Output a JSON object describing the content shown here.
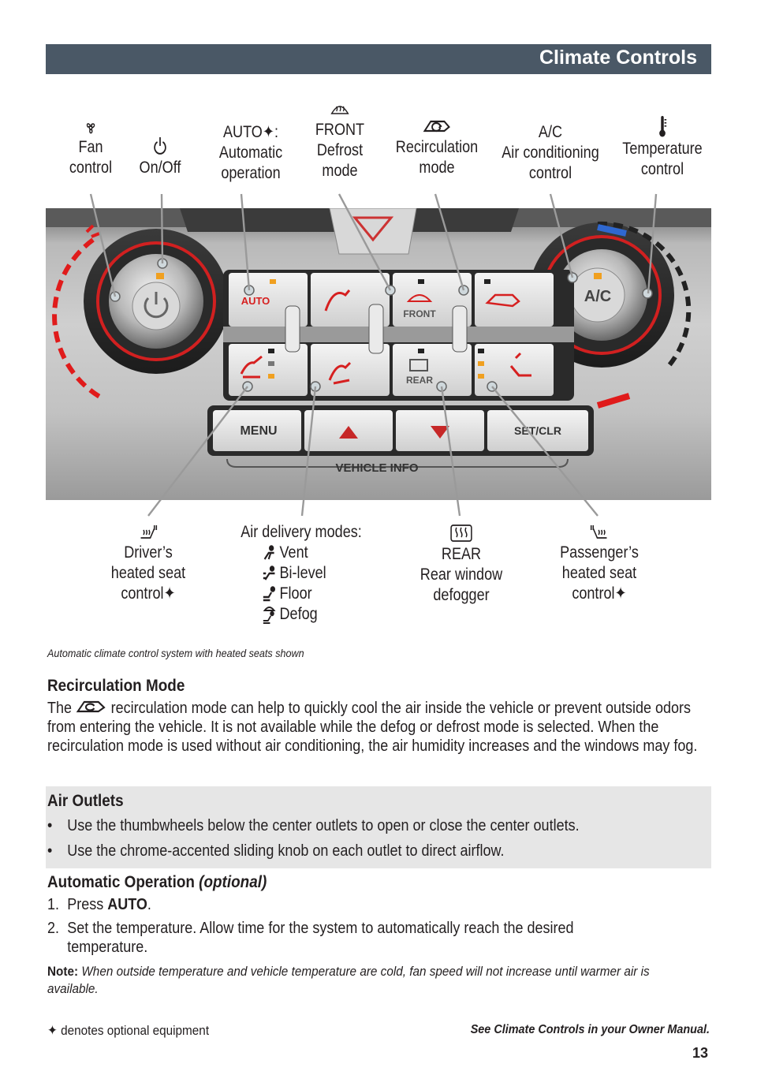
{
  "header": {
    "title": "Climate Controls"
  },
  "top_labels": {
    "fan": [
      "Fan",
      "control"
    ],
    "onoff": [
      "On/Off"
    ],
    "auto": [
      "AUTO✦:",
      "Automatic",
      "operation"
    ],
    "front": [
      "FRONT",
      "Defrost",
      "mode"
    ],
    "recirc": [
      "Recirculation",
      "mode"
    ],
    "ac": [
      "A/C",
      "Air conditioning",
      "control"
    ],
    "temp": [
      "Temperature",
      "control"
    ]
  },
  "panel": {
    "auto_btn": "AUTO",
    "front_btn": "FRONT",
    "rear_btn": "REAR",
    "ac_btn": "A/C",
    "menu_btn": "MENU",
    "setclr_btn": "SET/CLR",
    "vehicle_info": "VEHICLE INFO"
  },
  "bottom_labels": {
    "driver_seat": [
      "Driver’s",
      "heated seat",
      "control✦"
    ],
    "air_modes_title": "Air delivery modes:",
    "air_modes": [
      "Vent",
      "Bi-level",
      "Floor",
      "Defog"
    ],
    "rear": [
      "REAR",
      "Rear window",
      "defogger"
    ],
    "passenger_seat": [
      "Passenger’s",
      "heated seat",
      "control✦"
    ]
  },
  "caption": "Automatic climate control system with heated seats shown",
  "recirc_section": {
    "heading": "Recirculation Mode",
    "text_before": "The",
    "text_after": "recirculation mode can help to quickly cool the air inside the vehicle or prevent outside odors from entering the vehicle. It is not available while the defog or defrost mode is selected. When the recirculation mode is used without air conditioning, the air humidity increases and the windows may fog."
  },
  "air_outlets": {
    "heading": "Air Outlets",
    "bullets": [
      "Use the thumbwheels below the center outlets to open or close the center outlets.",
      "Use the chrome-accented sliding knob on each outlet to direct airflow."
    ]
  },
  "auto_section": {
    "heading": "Automatic Operation",
    "heading_optional": "(optional)",
    "step1_num": "1.",
    "step1_a": "Press",
    "step1_b": "AUTO",
    "step1_c": ".",
    "step2_num": "2.",
    "step2_a": "Set the temperature. Allow time for the system to automatically reach the desired",
    "step2_b": "temperature.",
    "note_label": "Note:",
    "note_text": "When outside temperature and vehicle temperature are cold, fan speed will not increase until warmer air is available."
  },
  "footer": {
    "optional_note": "✦ denotes optional equipment",
    "see_manual": "See Climate Controls in your Owner Manual.",
    "page_number": "13"
  }
}
